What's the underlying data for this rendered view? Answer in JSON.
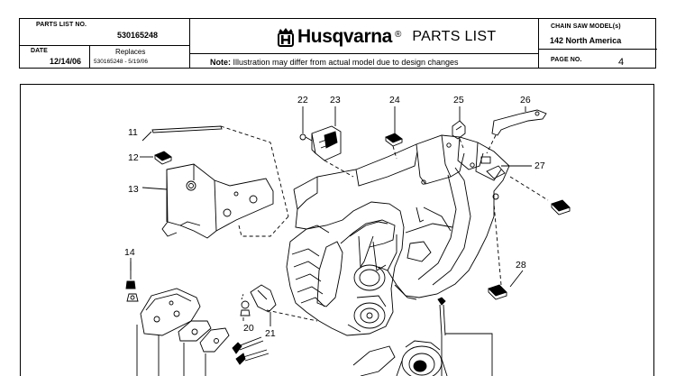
{
  "header": {
    "parts_list_no_caption": "PARTS LIST NO.",
    "parts_list_no": "530165248",
    "date_caption": "DATE",
    "date": "12/14/06",
    "replaces_caption": "Replaces",
    "replaces": "530165248 - 5/19/06",
    "brand": "Husqvarna",
    "reg_mark": "®",
    "title": "PARTS LIST",
    "note_label": "Note:",
    "note_text": "Illustration may differ from actual model due to design changes",
    "model_caption": "CHAIN SAW MODEL(s)",
    "model": "142 North America",
    "page_caption": "PAGE  NO.",
    "page_no": "4"
  },
  "diagram": {
    "callouts": [
      "11",
      "12",
      "13",
      "14",
      "20",
      "21",
      "22",
      "23",
      "24",
      "25",
      "26",
      "27",
      "28"
    ]
  },
  "icons": {
    "brand_logo": "husqvarna-crown-h-icon"
  }
}
